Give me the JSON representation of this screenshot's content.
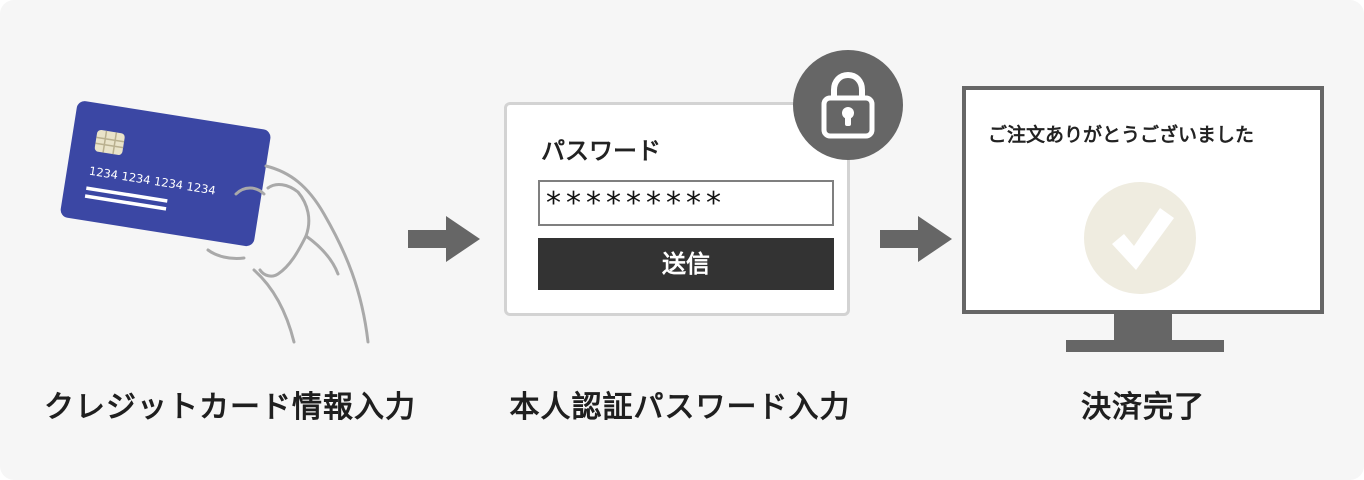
{
  "steps": [
    {
      "label": "クレジットカード情報入力"
    },
    {
      "label": "本人認証パスワード入力"
    },
    {
      "label": "決済完了"
    }
  ],
  "card": {
    "number": "1234 1234 1234 1234",
    "color": "#3b47a4"
  },
  "password_form": {
    "title": "パスワード",
    "masked_value": "*********",
    "submit_label": "送信"
  },
  "lock_icon": "lock-icon",
  "completion": {
    "message": "ご注文ありがとうございました",
    "check_color": "#efece0",
    "check_icon": "checkmark-icon"
  },
  "colors": {
    "background": "#f6f6f6",
    "arrow": "#666666",
    "button": "#333333",
    "monitor_frame": "#666666"
  }
}
